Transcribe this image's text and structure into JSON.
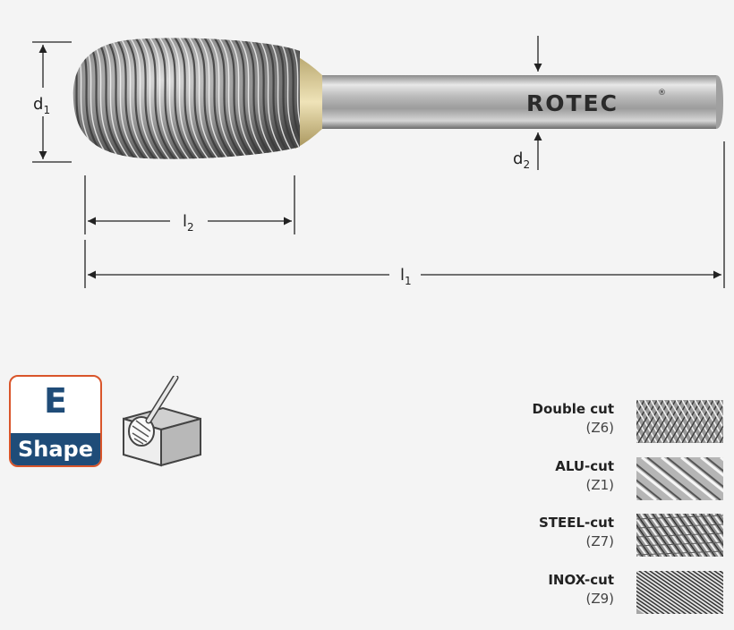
{
  "dimensions": {
    "d1": {
      "main": "d",
      "sub": "1"
    },
    "d2": {
      "main": "d",
      "sub": "2"
    },
    "l1": {
      "main": "l",
      "sub": "1"
    },
    "l2": {
      "main": "l",
      "sub": "2"
    }
  },
  "brand": {
    "name": "ROTEC",
    "mark": "®"
  },
  "shape": {
    "letter": "E",
    "word": "Shape"
  },
  "icons": {
    "product": "burr-bit-icon",
    "workpiece": "burr-in-workpiece-icon"
  },
  "colors": {
    "badge_blue": "#1f4c78",
    "badge_border": "#d9552a",
    "line": "#222222"
  },
  "cuts": [
    {
      "name": "Double cut",
      "code": "(Z6)"
    },
    {
      "name": "ALU-cut",
      "code": "(Z1)"
    },
    {
      "name": "STEEL-cut",
      "code": "(Z7)"
    },
    {
      "name": "INOX-cut",
      "code": "(Z9)"
    }
  ]
}
